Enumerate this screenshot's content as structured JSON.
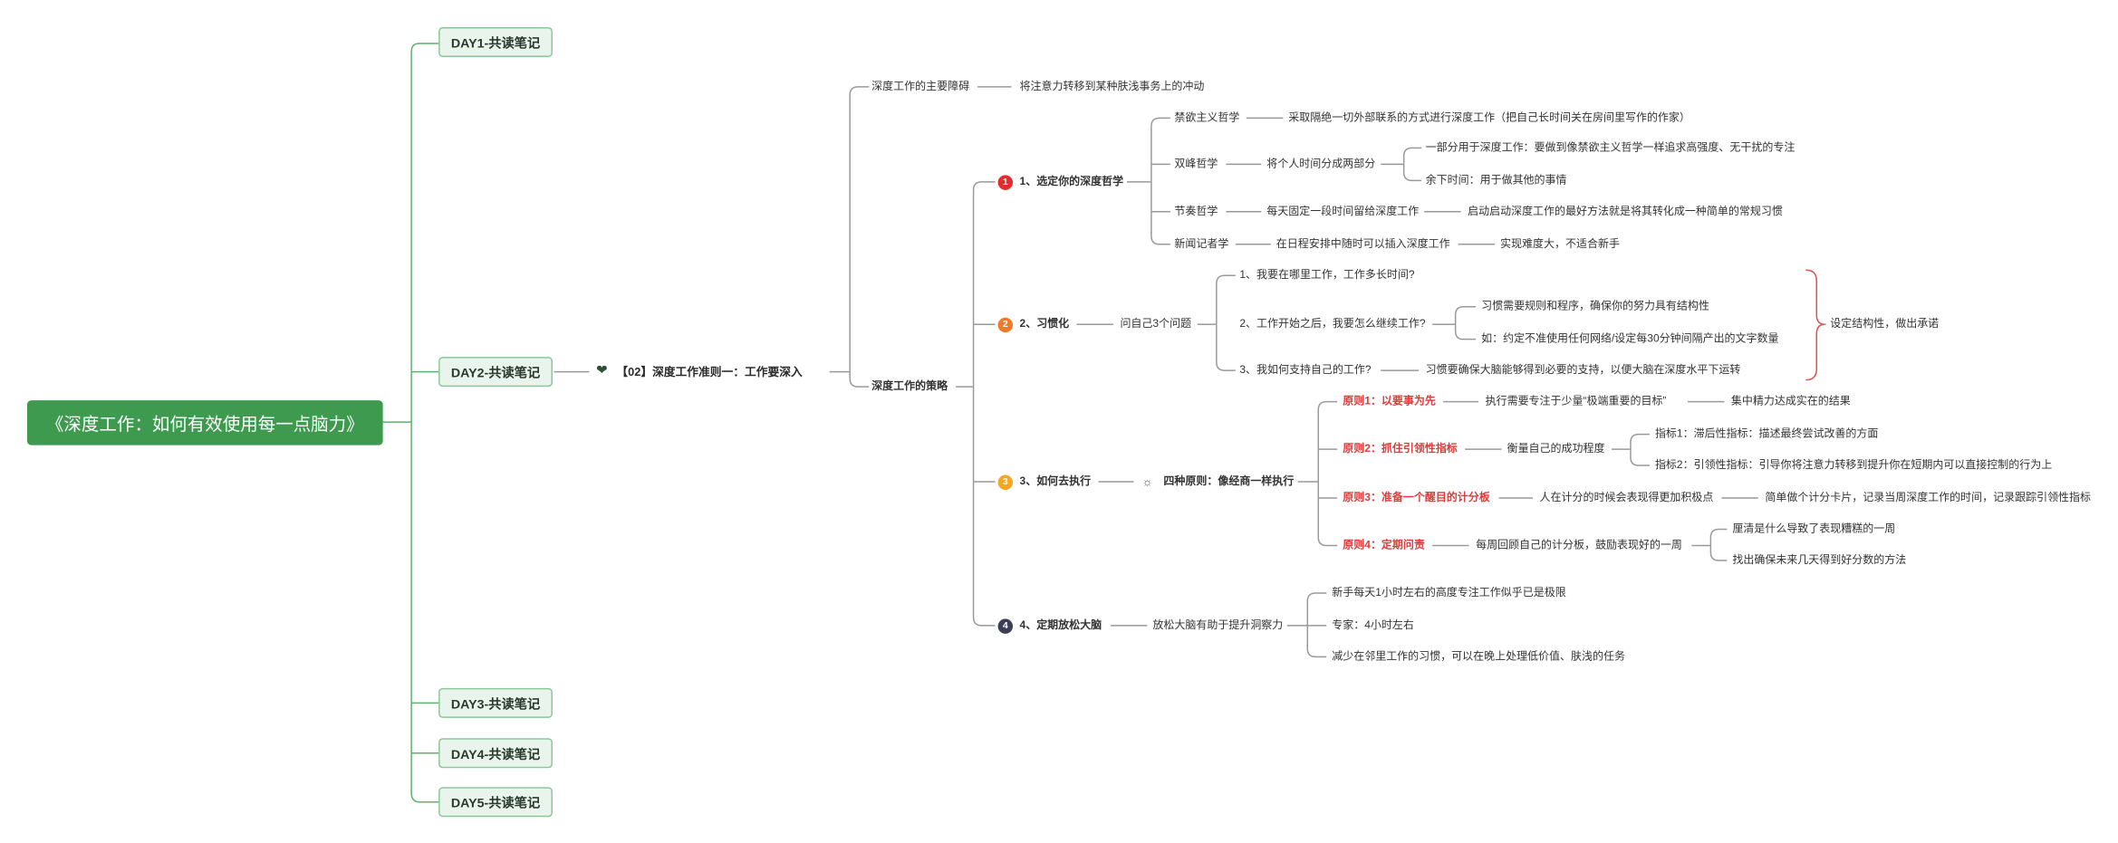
{
  "root": "《深度工作：如何有效使用每一点脑力》",
  "days": {
    "day1": "DAY1-共读笔记",
    "day2": "DAY2-共读笔记",
    "day3": "DAY3-共读笔记",
    "day4": "DAY4-共读笔记",
    "day5": "DAY5-共读笔记"
  },
  "topic": {
    "icon": "heart-icon",
    "label": "【02】深度工作准则一：工作要深入"
  },
  "obstacle": {
    "label": "深度工作的主要障碍",
    "detail": "将注意力转移到某种肤浅事务上的冲动"
  },
  "strategy": "深度工作的策略",
  "s1": {
    "badge": "1",
    "badge_color": "#e52c2c",
    "label": "1、选定你的深度哲学",
    "items": {
      "a": {
        "label": "禁欲主义哲学",
        "detail": "采取隔绝一切外部联系的方式进行深度工作（把自己长时间关在房间里写作的作家）"
      },
      "b": {
        "label": "双峰哲学",
        "detail": "将个人时间分成两部分",
        "sub1": "一部分用于深度工作：要做到像禁欲主义哲学一样追求高强度、无干扰的专注",
        "sub2": "余下时间：用于做其他的事情"
      },
      "c": {
        "label": "节奏哲学",
        "detail": "每天固定一段时间留给深度工作",
        "sub": "启动启动深度工作的最好方法就是将其转化成一种简单的常规习惯"
      },
      "d": {
        "label": "新闻记者学",
        "detail": "在日程安排中随时可以插入深度工作",
        "sub": "实现难度大，不适合新手"
      }
    }
  },
  "s2": {
    "badge": "2",
    "badge_color": "#f07a2b",
    "label": "2、习惯化",
    "ask": "问自己3个问题",
    "q1": "1、我要在哪里工作，工作多长时间?",
    "q2": "2、工作开始之后，我要怎么继续工作?",
    "q2a": "习惯需要规则和程序，确保你的努力具有结构性",
    "q2b": "如：约定不准使用任何网络/设定每30分钟间隔产出的文字数量",
    "q3": "3、我如何支持自己的工作?",
    "q3a": "习惯要确保大脑能够得到必要的支持，以便大脑在深度水平下运转",
    "brace_note": "设定结构性，做出承诺"
  },
  "s3": {
    "badge": "3",
    "badge_color": "#f5a623",
    "label": "3、如何去执行",
    "four": {
      "icon": "lightbulb-icon",
      "label": "四种原则：像经商一样执行"
    },
    "p1": {
      "label": "原则1：以要事为先",
      "detail": "执行需要专注于少量“极端重要的目标”",
      "sub": "集中精力达成实在的结果"
    },
    "p2": {
      "label": "原则2：抓住引领性指标",
      "detail": "衡量自己的成功程度",
      "sub1": "指标1：滞后性指标：描述最终尝试改善的方面",
      "sub2": "指标2：引领性指标：引导你将注意力转移到提升你在短期内可以直接控制的行为上"
    },
    "p3": {
      "label": "原则3：准备一个醒目的计分板",
      "detail": "人在计分的时候会表现得更加积极点",
      "sub": "简单做个计分卡片，记录当周深度工作的时间，记录跟踪引领性指标"
    },
    "p4": {
      "label": "原则4：定期问责",
      "detail": "每周回顾自己的计分板，鼓励表现好的一周",
      "sub1": "厘清是什么导致了表现糟糕的一周",
      "sub2": "找出确保未来几天得到好分数的方法"
    }
  },
  "s4": {
    "badge": "4",
    "badge_color": "#3a3f55",
    "label": "4、定期放松大脑",
    "detail": "放松大脑有助于提升洞察力",
    "sub1": "新手每天1小时左右的高度专注工作似乎已是极限",
    "sub2": "专家：4小时左右",
    "sub3": "减少在邻里工作的习惯，可以在晚上处理低价值、肤浅的任务"
  },
  "colors": {
    "root_bg": "#3d9a4f",
    "branch_line": "#5ab36e",
    "day_bg": "#e9f5ec",
    "brace": "#e05050",
    "principle": "#e23b3b"
  }
}
